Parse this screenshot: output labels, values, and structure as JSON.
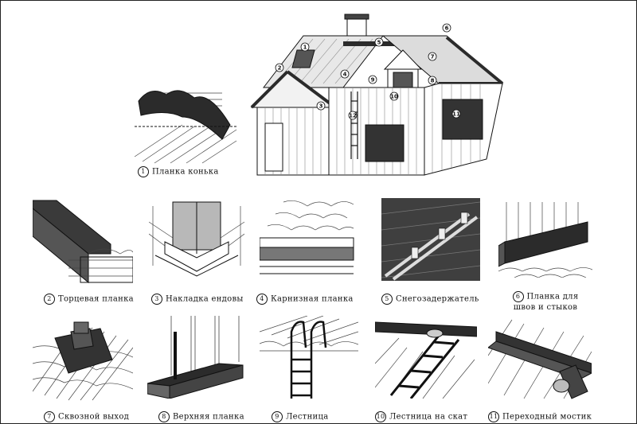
{
  "items": [
    {
      "number": "1",
      "label": "Планка конька"
    },
    {
      "number": "2",
      "label": "Торцевая планка"
    },
    {
      "number": "3",
      "label": "Накладка ендовы"
    },
    {
      "number": "4",
      "label": "Карнизная планка"
    },
    {
      "number": "5",
      "label": "Снегозадержатель"
    },
    {
      "number": "6",
      "label_line1": "Планка для",
      "label_line2": "швов и стыков"
    },
    {
      "number": "7",
      "label": "Сквозной выход"
    },
    {
      "number": "8",
      "label": "Верхняя планка"
    },
    {
      "number": "9",
      "label": "Лестница"
    },
    {
      "number": "10",
      "label": "Лестница на скат"
    },
    {
      "number": "11",
      "label": "Переходный мостик"
    }
  ],
  "house_markers": [
    "1",
    "2",
    "3",
    "4",
    "5",
    "6",
    "7",
    "8",
    "9",
    "10",
    "11",
    "12"
  ],
  "colors": {
    "dark": "#2b2b2b",
    "mid": "#7a7a7a",
    "light": "#d4d4d4",
    "line": "#111111"
  }
}
